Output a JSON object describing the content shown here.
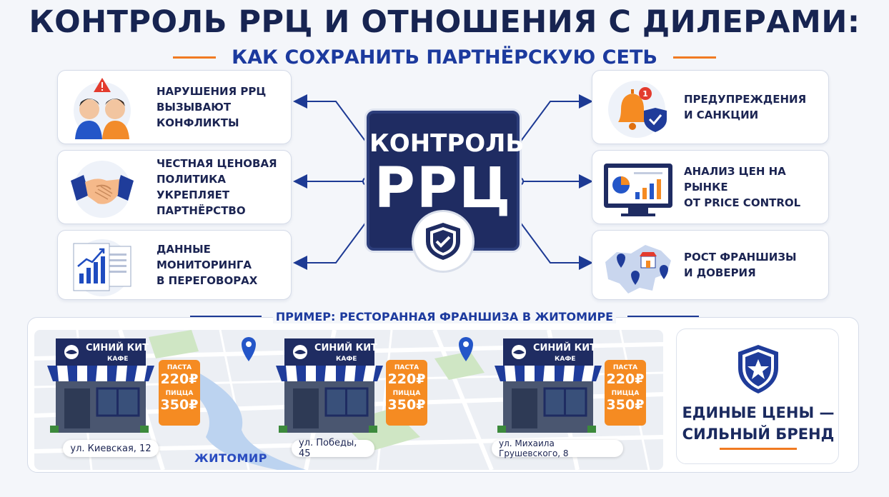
{
  "header": {
    "title": "КОНТРОЛЬ РРЦ И ОТНОШЕНИЯ С ДИЛЕРАМИ:",
    "subtitle": "КАК СОХРАНИТЬ ПАРТНЁРСКУЮ СЕТЬ"
  },
  "center": {
    "line1": "КОНТРОЛЬ",
    "line2": "РРЦ"
  },
  "left_cards": [
    {
      "label": "НАРУШЕНИЯ РРЦ\nВЫЗЫВАЮТ\nКОНФЛИКТЫ",
      "icon": "conflict-icon"
    },
    {
      "label": "ЧЕСТНАЯ ЦЕНОВАЯ\nПОЛИТИКА УКРЕПЛЯЕТ\nПАРТНЁРСТВО",
      "icon": "handshake-icon"
    },
    {
      "label": "ДАННЫЕ МОНИТОРИНГА\nВ ПЕРЕГОВОРАХ",
      "icon": "report-icon"
    }
  ],
  "right_cards": [
    {
      "label": "ПРЕДУПРЕЖДЕНИЯ\nИ САНКЦИИ",
      "icon": "bell-icon",
      "badge": "1"
    },
    {
      "label": "АНАЛИЗ ЦЕН НА РЫНКЕ\nОТ PRICE CONTROL",
      "icon": "monitor-chart-icon"
    },
    {
      "label": "РОСТ ФРАНШИЗЫ\nИ ДОВЕРИЯ",
      "icon": "map-pins-icon"
    }
  ],
  "example": {
    "title": "ПРИМЕР: РЕСТОРАННАЯ ФРАНШИЗА В ЖИТОМИРЕ",
    "city": "ЖИТОМИР",
    "shops": [
      {
        "name": "СИНИЙ КИТ",
        "type": "КАФЕ",
        "item1": "ПАСТА",
        "price1": "220₽",
        "item2": "ПИЦЦА",
        "price2": "350₽",
        "address": "ул. Киевская, 12"
      },
      {
        "name": "СИНИЙ КИТ",
        "type": "КАФЕ",
        "item1": "ПАСТА",
        "price1": "220₽",
        "item2": "ПИЦЦА",
        "price2": "350₽",
        "address": "ул. Победы, 45"
      },
      {
        "name": "СИНИЙ КИТ",
        "type": "КАФЕ",
        "item1": "ПАСТА",
        "price1": "220₽",
        "item2": "ПИЦЦА",
        "price2": "350₽",
        "address": "ул. Михаила Грушевского, 8"
      }
    ],
    "brand": "ЕДИНЫЕ ЦЕНЫ —\nСИЛЬНЫЙ БРЕНД"
  },
  "colors": {
    "navy": "#1f2c62",
    "accent_blue": "#1c3a9e",
    "orange": "#f58b22"
  }
}
